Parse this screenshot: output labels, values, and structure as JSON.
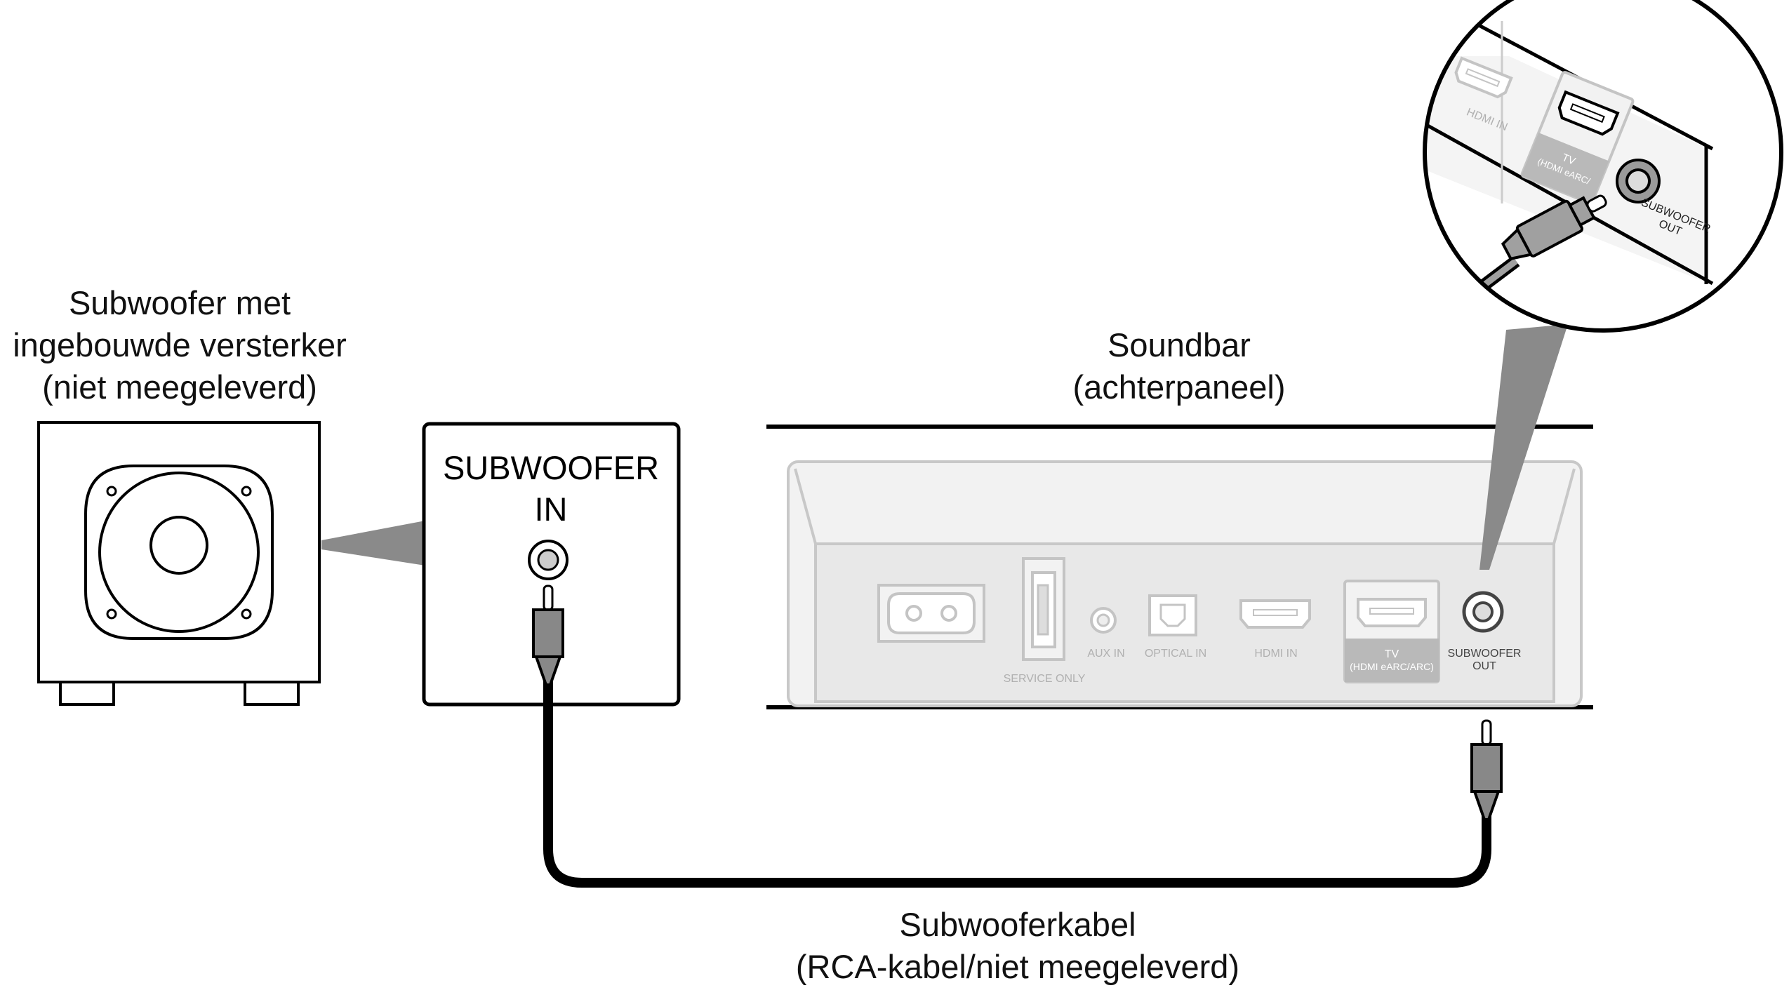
{
  "subwoofer_caption": [
    "Subwoofer met",
    "ingebouwde versterker",
    "(niet meegeleverd)"
  ],
  "subwoofer_in_label": [
    "SUBWOOFER",
    "IN"
  ],
  "soundbar_caption": [
    "Soundbar",
    "(achterpaneel)"
  ],
  "cable_caption": [
    "Subwooferkabel",
    "(RCA-kabel/niet meegeleverd)"
  ],
  "panel_labels": {
    "service_only": "SERVICE ONLY",
    "aux_in": "AUX IN",
    "optical_in": "OPTICAL IN",
    "hdmi_in": "HDMI IN",
    "tv_line1": "TV",
    "tv_line2": "(HDMI eARC/ARC)",
    "subwoofer_out_line1": "SUBWOOFER",
    "subwoofer_out_line2": "OUT"
  },
  "zoom_labels": {
    "hdmi_in": "HDMI IN",
    "tv_line1": "TV",
    "tv_line2": "(HDMI eARC/",
    "subwoofer_out_line1": "SUBWOOFER",
    "subwoofer_out_line2": "OUT"
  },
  "colors": {
    "panel_gray": "#e8e8e8",
    "panel_line": "#c8c8c8",
    "callout_gray": "#8a8a8a",
    "label_gray": "#b0b0b0",
    "tv_badge": "#b9b9b9"
  }
}
